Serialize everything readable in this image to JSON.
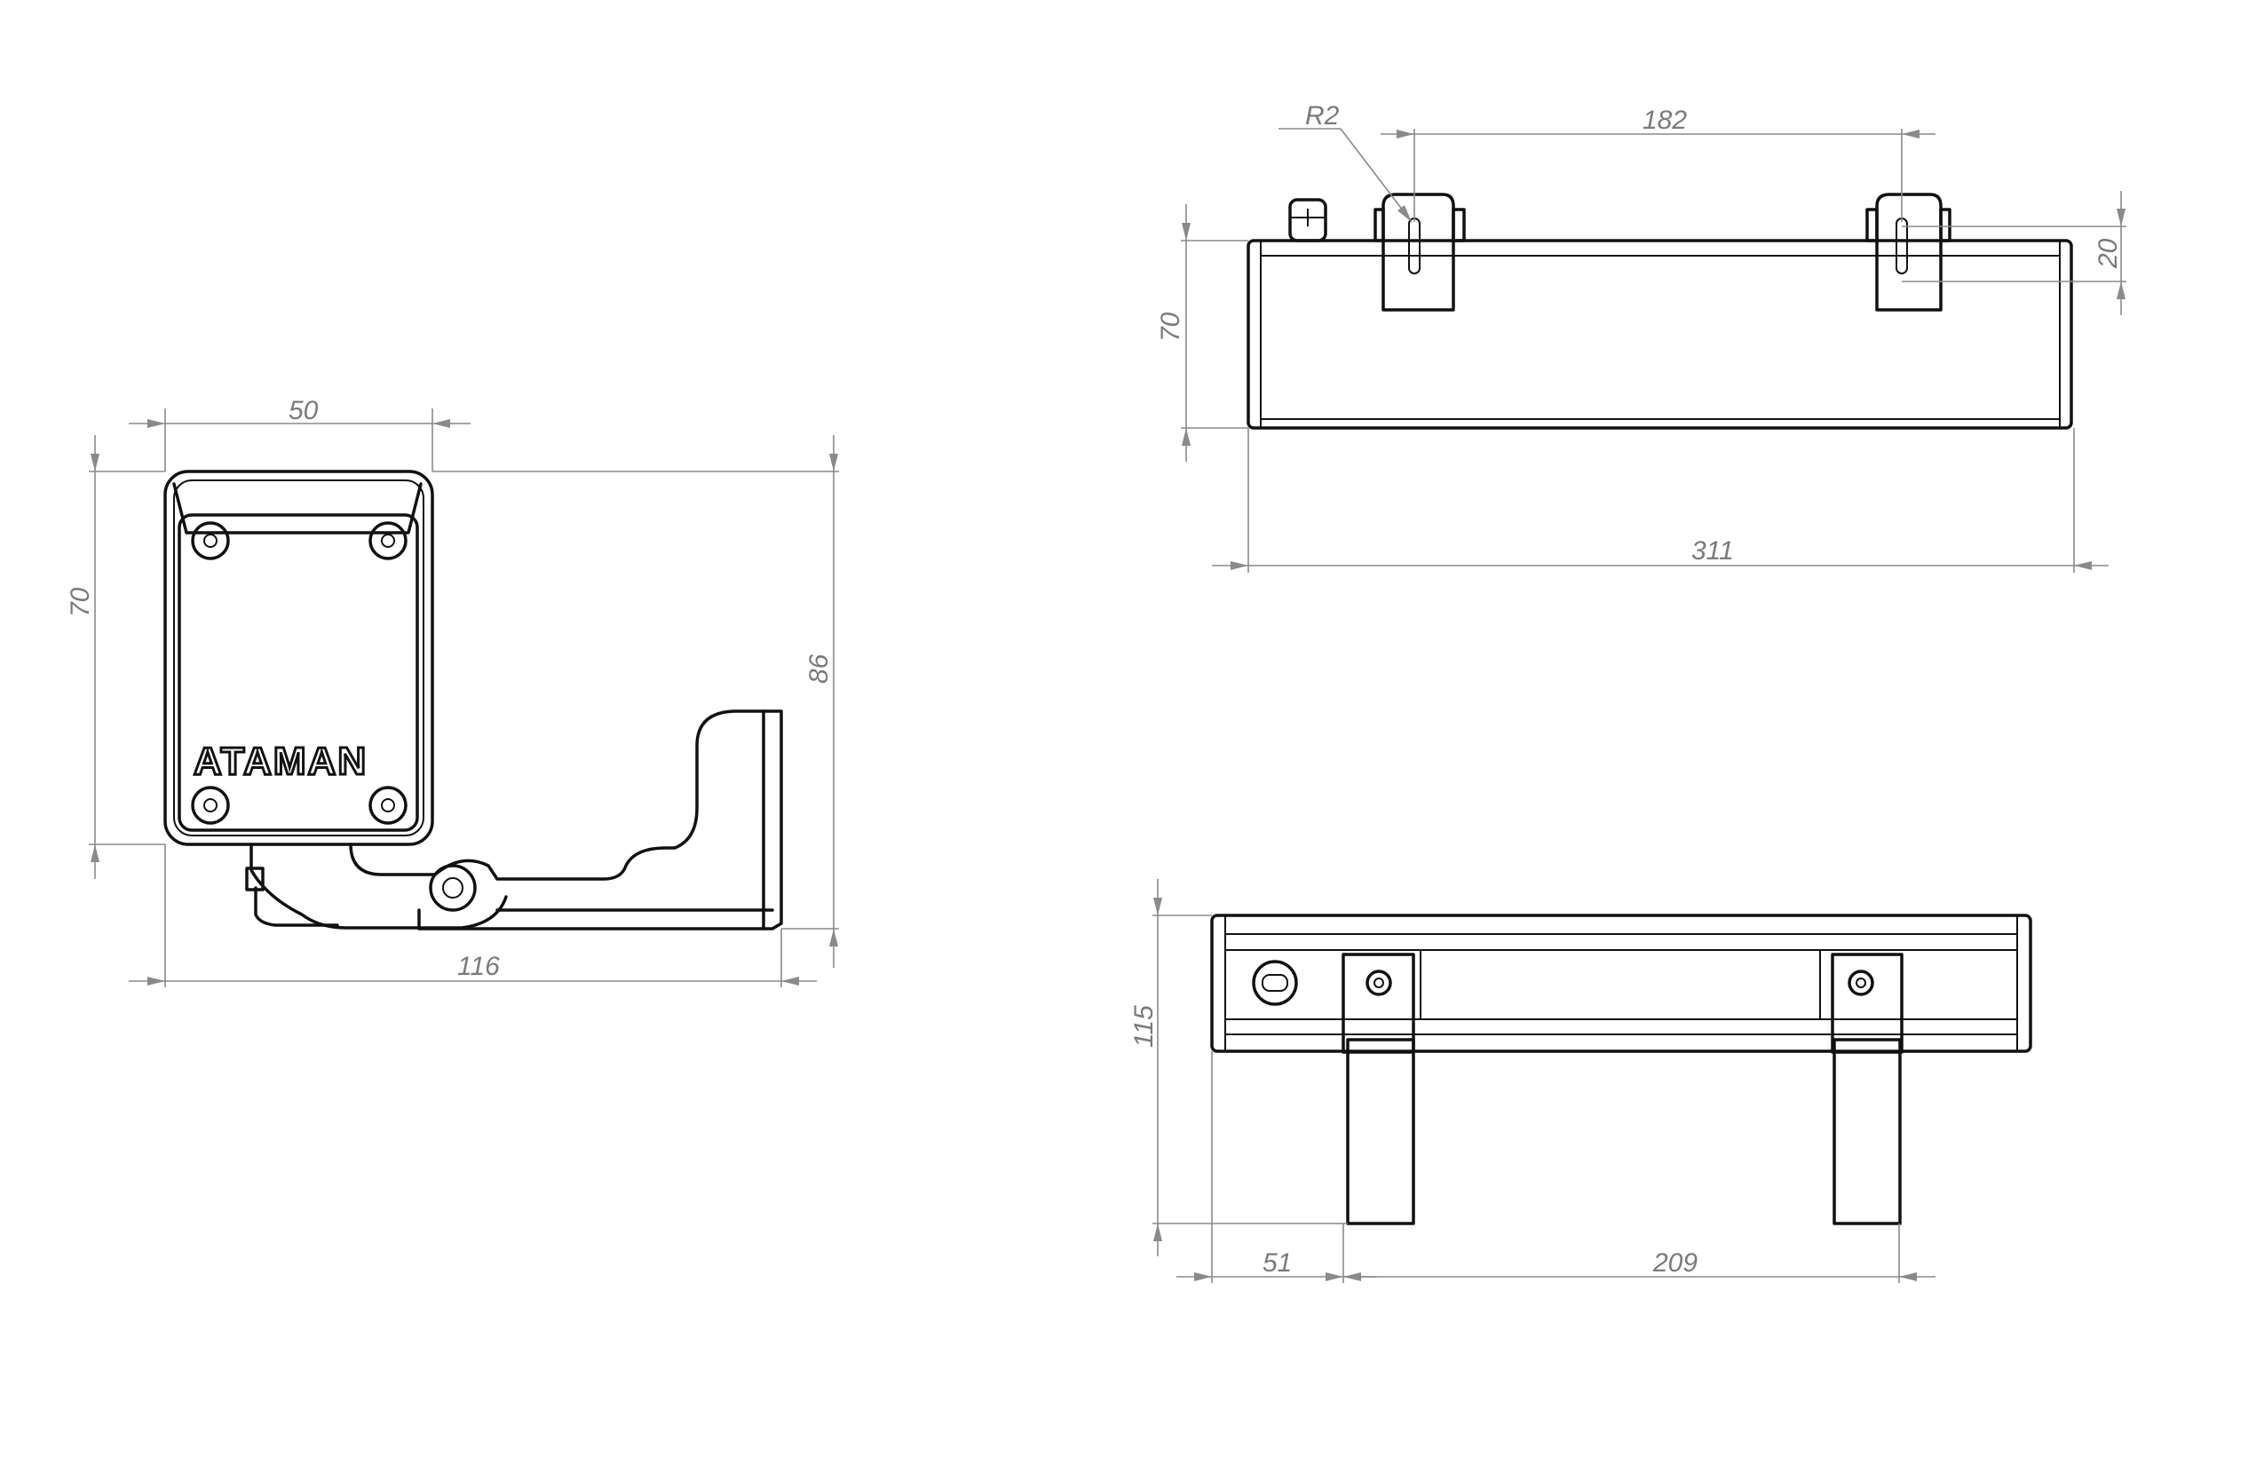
{
  "drawing": {
    "brand_logo": "ATAMAN",
    "side_view": {
      "dimensions": {
        "width_top": "50",
        "height_body": "70",
        "height_total": "86",
        "width_total": "116"
      }
    },
    "top_view": {
      "dimensions": {
        "radius": "R2",
        "mount_spacing": "182",
        "height": "70",
        "slot_length": "20",
        "length": "311"
      }
    },
    "front_view": {
      "dimensions": {
        "height": "115",
        "offset": "51",
        "leg_spacing": "209"
      }
    }
  }
}
